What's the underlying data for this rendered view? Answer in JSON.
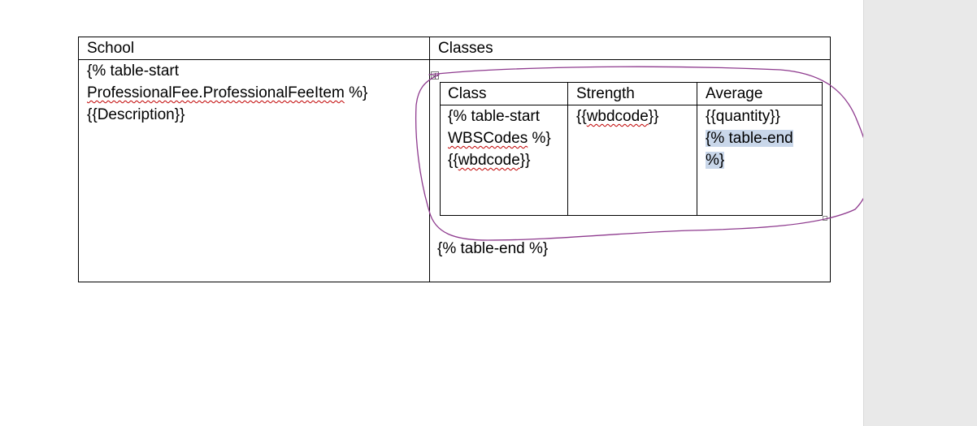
{
  "outer_table": {
    "headers": [
      "School",
      "Classes"
    ],
    "school_cell": {
      "line1": "{% table-start",
      "line2": "ProfessionalFee.ProfessionalFeeItem",
      "line2_suffix": " %}",
      "line3": "{{Description}}"
    },
    "classes_cell_footer": "{% table-end %}"
  },
  "inner_table": {
    "headers": [
      "Class",
      "Strength",
      "Average"
    ],
    "class_cell": {
      "line1": "{% table-start",
      "line2": "WBSCodes",
      "line2_suffix": " %}",
      "line3": "{{",
      "line3_mid": "wbdcode",
      "line3_end": "}}"
    },
    "strength_cell": {
      "pre": "{{",
      "mid": "wbdcode",
      "post": "}}"
    },
    "average_cell": {
      "line1": "{{quantity}}",
      "line2": "{% table-end",
      "line3": "%}"
    }
  },
  "annotation_color": "#8e3a8e",
  "highlight_color": "#c9d7ea",
  "spellcheck_color": "#c00000"
}
